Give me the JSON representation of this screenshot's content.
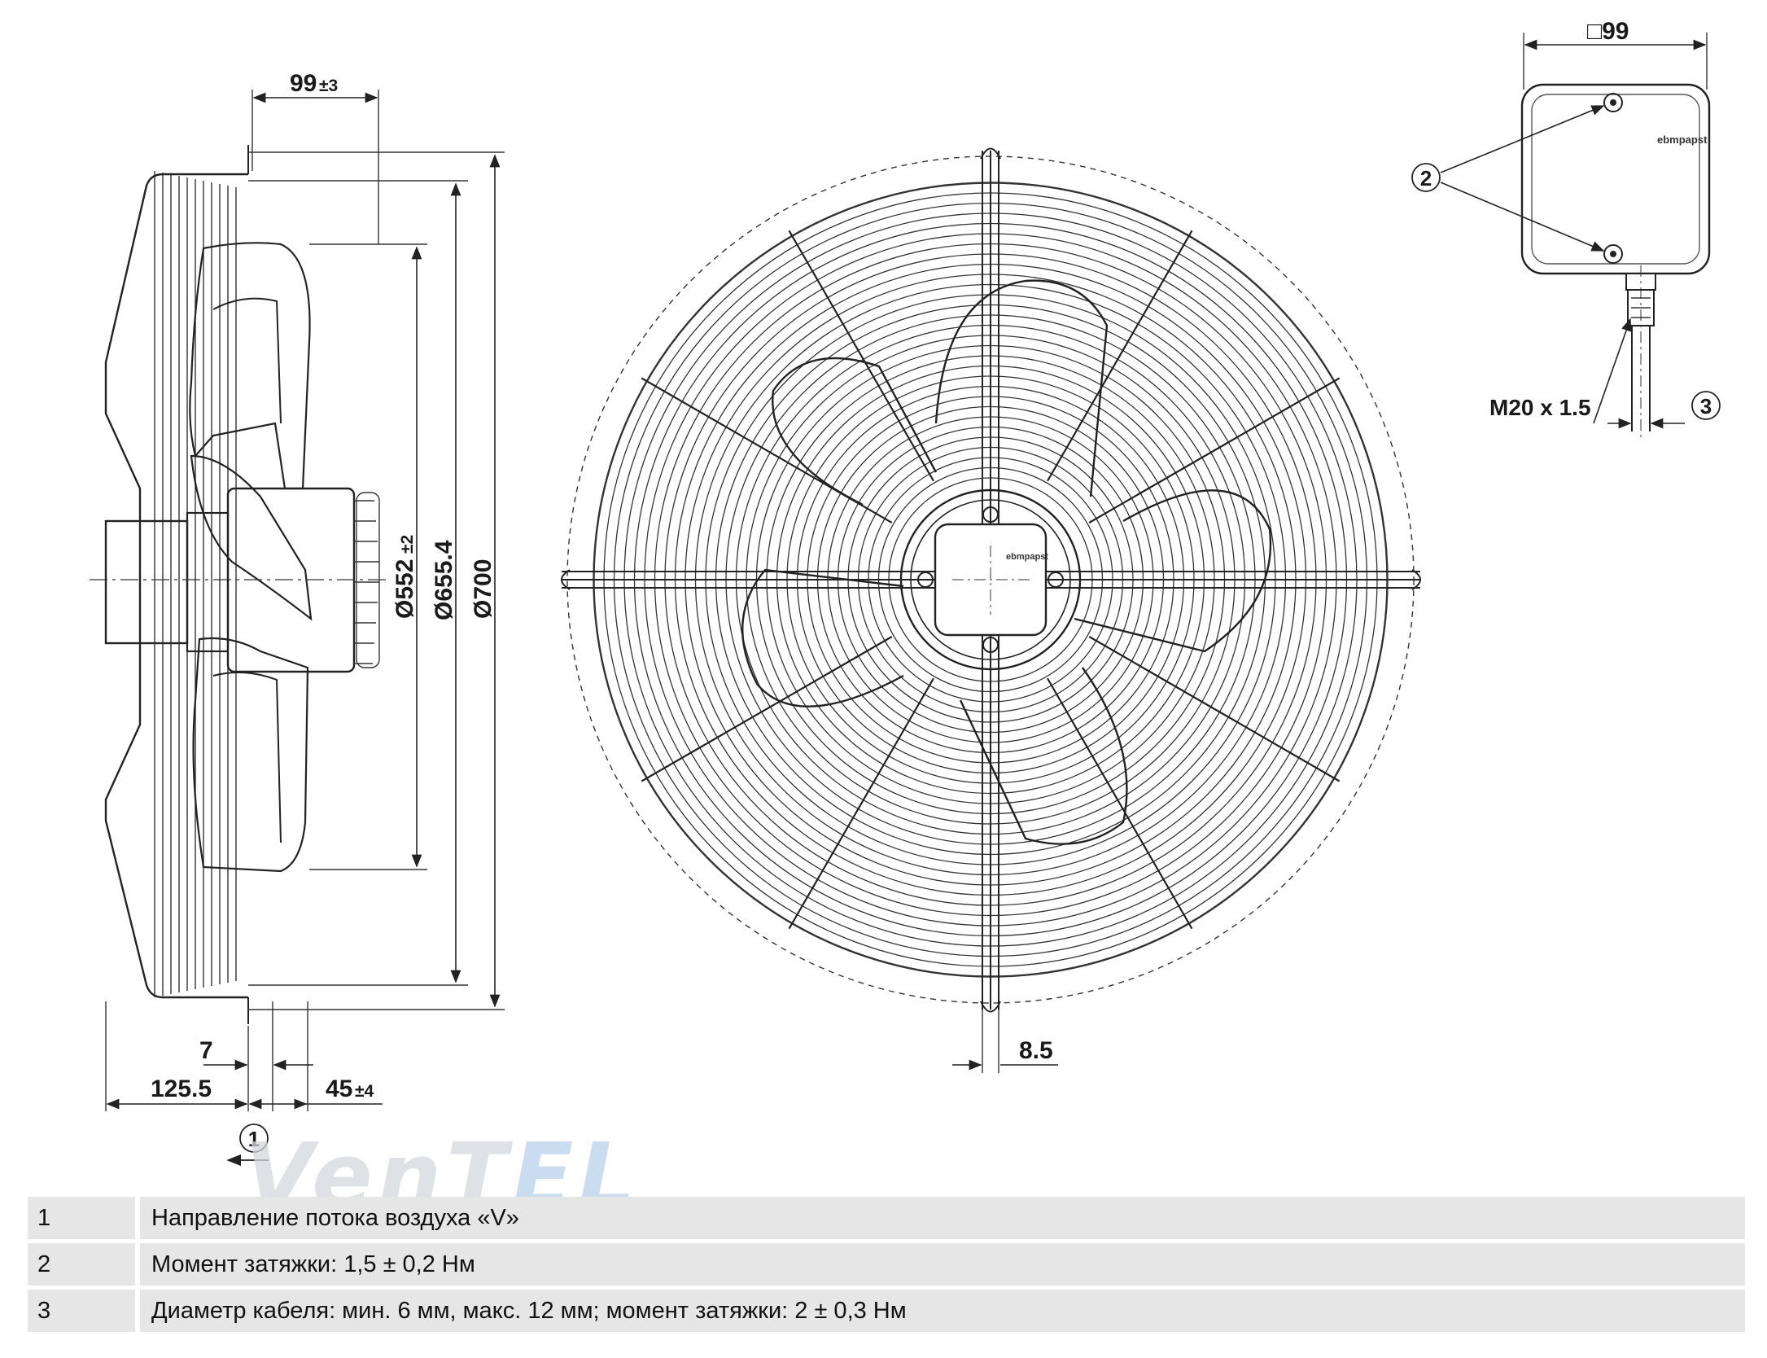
{
  "dimensions": {
    "side_top": "99",
    "side_top_tol": "±3",
    "dia_552": "Ø552",
    "dia_552_tol": "±2",
    "dia_655": "Ø655.4",
    "dia_700": "Ø700",
    "side_7": "7",
    "side_125": "125.5",
    "side_45": "45",
    "side_45_tol": "±4",
    "front_85": "8.5",
    "box_99": "□99",
    "thread": "M20 x 1.5"
  },
  "callouts": {
    "c1": "1",
    "c2": "2",
    "c3": "3"
  },
  "brand_label": "ebmpapst",
  "watermark": {
    "main": "VenT",
    "accent": "EL"
  },
  "legend": [
    {
      "num": "1",
      "text": "Направление потока воздуха «V»"
    },
    {
      "num": "2",
      "text": "Момент затяжки: 1,5 ± 0,2 Нм"
    },
    {
      "num": "3",
      "text": "Диаметр кабеля: мин. 6 мм, макс. 12 мм; момент затяжки: 2 ± 0,3 Нм"
    }
  ]
}
